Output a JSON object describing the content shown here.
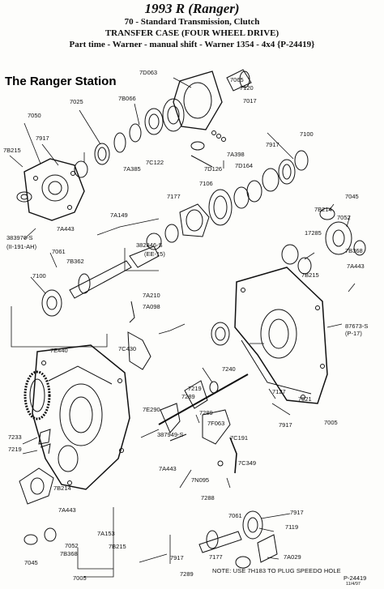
{
  "header": {
    "title": "1993 R (Ranger)",
    "line1": "70 - Standard Transmission, Clutch",
    "line2": "TRANSFER CASE (FOUR WHEEL DRIVE)",
    "line3": "Part time - Warner - manual shift - Warner 1354 - 4x4 {P-24419}"
  },
  "watermark": "The Ranger Station",
  "callouts": [
    "7D063",
    "7065",
    "7120",
    "7017",
    "7025",
    "7B066",
    "7050",
    "7917",
    "7B215",
    "7A385",
    "7C122",
    "7A398",
    "7917",
    "7100",
    "7D126",
    "7D164",
    "7106",
    "7177",
    "7045",
    "7A443",
    "383976-S",
    "(II-191-AH)",
    "7A149",
    "7B214",
    "7052",
    "7B368",
    "7061",
    "7B362",
    "382846-S",
    "(EE-15)",
    "17285",
    "7B215",
    "7A443",
    "7100",
    "7A210",
    "7A098",
    "87673-S",
    "(P-17)",
    "7E440",
    "7C430",
    "7240",
    "7219",
    "7289",
    "7E290",
    "7289",
    "7F063",
    "387949-S",
    "7C191",
    "7C349",
    "7A443",
    "7N095",
    "7288",
    "7127",
    "7021",
    "7917",
    "7005",
    "7233",
    "7219",
    "7B214",
    "7A443",
    "7052",
    "7B368",
    "7A153",
    "7045",
    "7B215",
    "7005",
    "7061",
    "7917",
    "7119",
    "7177",
    "7A029",
    "7917",
    "7289"
  ],
  "note": "NOTE: USE 7H183 TO PLUG SPEEDO HOLE",
  "figure_code": "P-24419",
  "figure_date": "11/4/97"
}
